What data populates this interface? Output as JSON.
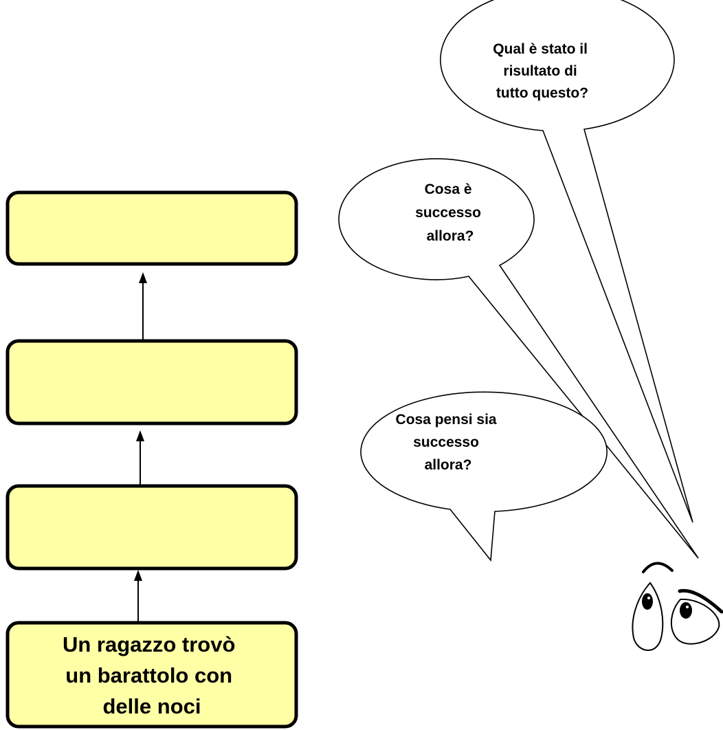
{
  "colors": {
    "box_fill": "#ffffa6",
    "stroke": "#000000",
    "bubble_fill": "#ffffff",
    "background": "#ffffff"
  },
  "flow": {
    "boxes": [
      {
        "lines": [
          "Un ragazzo trovò",
          "un barattolo con",
          "delle noci"
        ]
      },
      {
        "lines": []
      },
      {
        "lines": []
      },
      {
        "lines": []
      }
    ]
  },
  "bubbles": [
    {
      "lines": [
        "Qual è stato il",
        "risultato di",
        "tutto questo?"
      ]
    },
    {
      "lines": [
        "Cosa è",
        "successo",
        "allora?"
      ]
    },
    {
      "lines": [
        "Cosa pensi sia",
        "successo",
        "allora?"
      ]
    }
  ],
  "character": {
    "icon": "thinking-eyes-icon"
  }
}
